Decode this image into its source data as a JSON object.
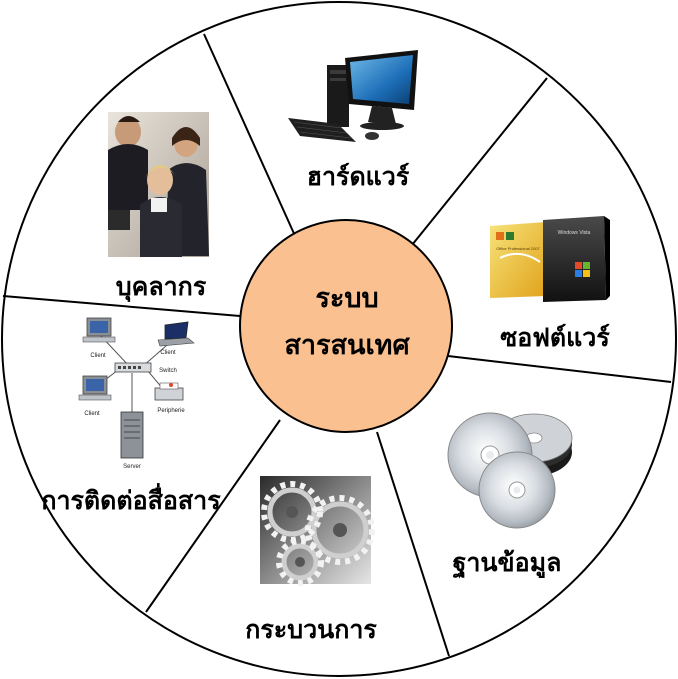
{
  "diagram": {
    "center": {
      "line1": "ระบบ",
      "line2": "สารสนเทศ",
      "fill": "#FAC090"
    },
    "segments": [
      {
        "id": "hardware",
        "label": "ฮาร์ดแวร์",
        "icon": "computer-workstation-icon"
      },
      {
        "id": "software",
        "label": "ซอฟต์แวร์",
        "icon": "software-boxes-icon"
      },
      {
        "id": "data",
        "label": "ฐานข้อมูล",
        "icon": "optical-discs-icon"
      },
      {
        "id": "procedure",
        "label": "กระบวนการ",
        "icon": "gears-icon"
      },
      {
        "id": "communication",
        "label": "การติดต่อสื่อสาร",
        "icon": "network-topology-icon"
      },
      {
        "id": "people",
        "label": "บุคลากร",
        "icon": "office-team-photo-icon"
      }
    ],
    "network_labels": {
      "client_a": "Client",
      "client_b": "Client",
      "client_c": "Client",
      "switch": "Switch",
      "peripheral": "Peripherie",
      "server": "Server"
    },
    "software_box_text": {
      "office": "Office Professional 2007",
      "vista": "Windows Vista"
    }
  }
}
